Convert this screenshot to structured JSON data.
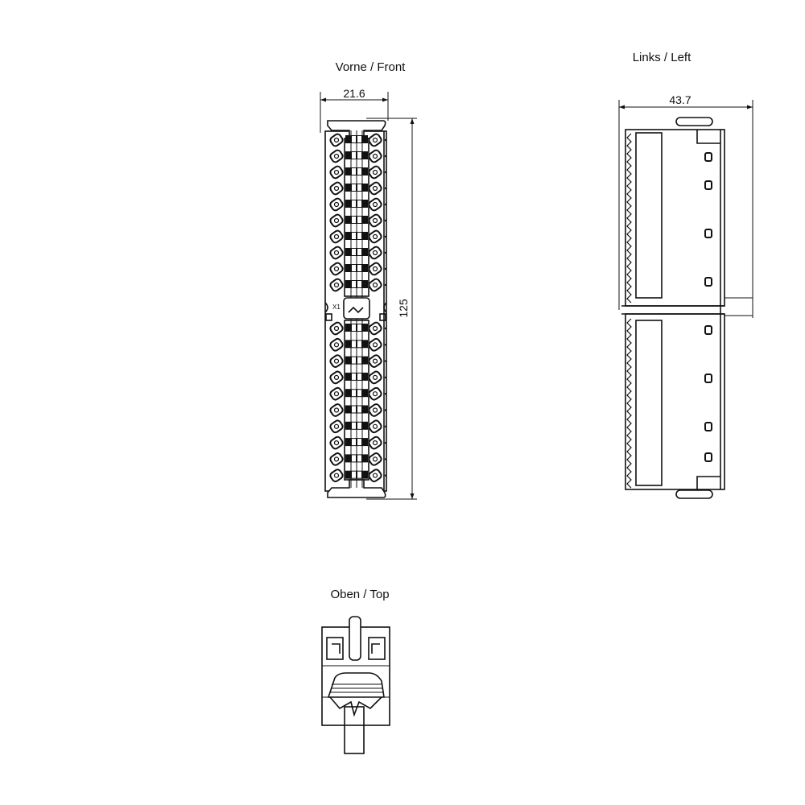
{
  "views": {
    "front": {
      "title": "Vorne / Front",
      "width_dim": "21.6",
      "height_dim": "125",
      "connector_label": "X1"
    },
    "left": {
      "title": "Links / Left",
      "depth_dim": "43.7"
    },
    "top": {
      "title": "Oben / Top"
    }
  },
  "terminal_rows_per_half": 10,
  "line_color": "#111111"
}
